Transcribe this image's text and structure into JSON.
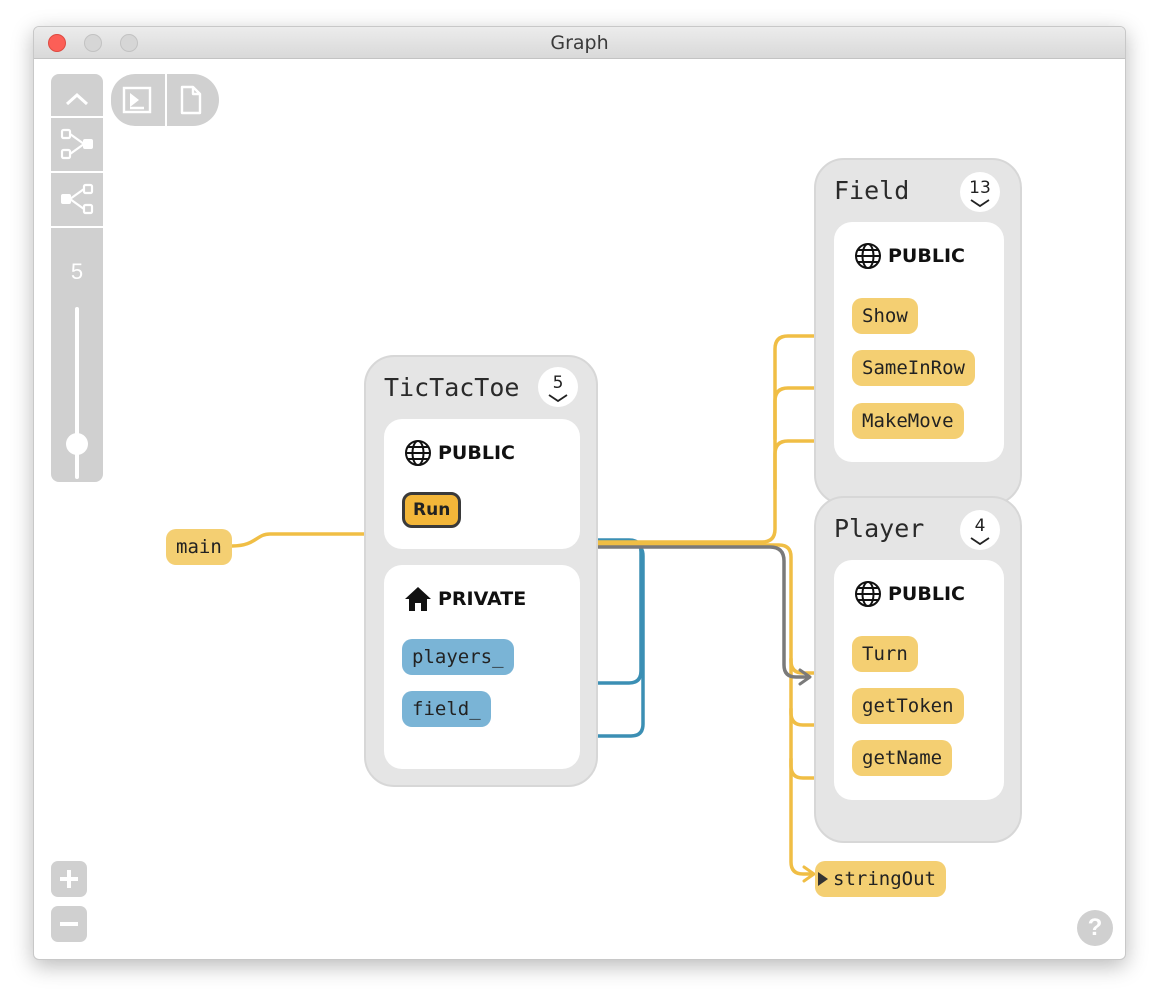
{
  "window": {
    "title": "Graph"
  },
  "toolbar": {
    "zoom_level": "5"
  },
  "nodes": {
    "main": "main",
    "string_out": "stringOut"
  },
  "classes": {
    "tictactoe": {
      "name": "TicTacToe",
      "count": "5",
      "public_label": "PUBLIC",
      "private_label": "PRIVATE",
      "public_members": [
        "Run"
      ],
      "private_members": [
        "players_",
        "field_"
      ]
    },
    "field": {
      "name": "Field",
      "count": "13",
      "public_label": "PUBLIC",
      "public_members": [
        "Show",
        "SameInRow",
        "MakeMove"
      ]
    },
    "player": {
      "name": "Player",
      "count": "4",
      "public_label": "PUBLIC",
      "public_members": [
        "Turn",
        "getToken",
        "getName"
      ]
    }
  },
  "help": {
    "label": "?"
  },
  "colors": {
    "call_edge": "#f0be45",
    "field_edge": "#3b8fb4",
    "selected_edge": "#7a7a7a",
    "method_fill": "#f4cf72",
    "field_fill": "#7ab4d6",
    "card_bg": "#e5e5e5"
  },
  "icons": [
    "collapse-chevron-icon",
    "graph-layout-icon",
    "share-tree-icon",
    "terminal-icon",
    "document-icon",
    "zoom-in-icon",
    "zoom-out-icon",
    "globe-icon",
    "home-icon",
    "chevron-down-icon",
    "help-icon"
  ]
}
